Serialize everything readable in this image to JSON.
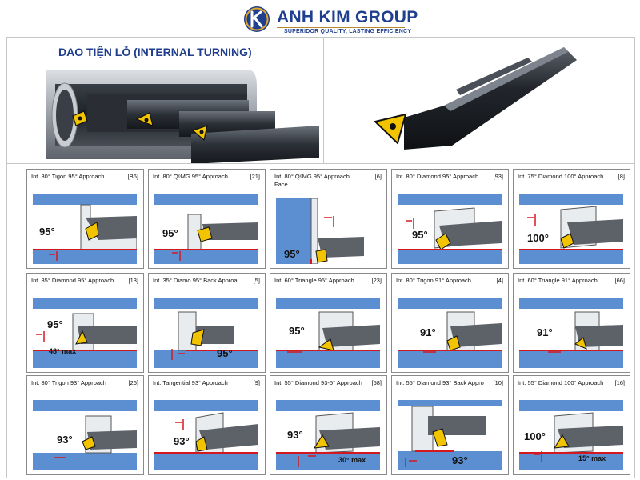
{
  "brand": {
    "name": "ANH KIM GROUP",
    "tagline": "SUPERIDOR QUALITY, LASTING EFFICIENCY"
  },
  "hero": {
    "title": "DAO TIỆN LỖ (INTERNAL TURNING)"
  },
  "colors": {
    "brand_blue": "#1f3f8f",
    "diagram_blue": "#5b8fd1",
    "cut_red": "#d4181f",
    "insert_yellow": "#f2c400"
  },
  "tools": [
    {
      "title": "Int. 80° Tigon 95° Approach",
      "code": "[B6]",
      "angle": "95°",
      "extra": ""
    },
    {
      "title": "Int. 80° QᵒMG 95° Approach",
      "code": "[21]",
      "angle": "95°",
      "extra": ""
    },
    {
      "title": "Int. 80° QᵒMG 95° Approach Face",
      "code": "[6]",
      "angle": "95°",
      "extra": ""
    },
    {
      "title": "Int. 80° Diamond 95° Approach",
      "code": "[93]",
      "angle": "95°",
      "extra": ""
    },
    {
      "title": "Int. 75° Diamond 100° Approach",
      "code": "[8]",
      "angle": "100°",
      "extra": ""
    },
    {
      "title": "Int. 35° Diamond 95° Approach",
      "code": "[13]",
      "angle": "95°",
      "extra": "48° max"
    },
    {
      "title": "Int. 35° Diamo 95° Back Approa",
      "code": "[5]",
      "angle": "95°",
      "extra": ""
    },
    {
      "title": "Int. 60° Triangle 95° Approach",
      "code": "[23]",
      "angle": "95°",
      "extra": ""
    },
    {
      "title": "Int. 80° Trigon 91° Approach",
      "code": "[4]",
      "angle": "91°",
      "extra": ""
    },
    {
      "title": "Int. 60° Triangle 91° Approach",
      "code": "[66]",
      "angle": "91°",
      "extra": ""
    },
    {
      "title": "Int. 80° Trigon 93° Approach",
      "code": "[26]",
      "angle": "93°",
      "extra": ""
    },
    {
      "title": "Int. Tangential 93° Approach",
      "code": "[9]",
      "angle": "93°",
      "extra": ""
    },
    {
      "title": "Int. 55° Diamond 93-5° Approach",
      "code": "[58]",
      "angle": "93°",
      "extra": "30° max"
    },
    {
      "title": "Int. 55° Diamond 93° Back Appro",
      "code": "[10]",
      "angle": "93°",
      "extra": ""
    },
    {
      "title": "Int. 55° Diamond 100° Approach",
      "code": "[16]",
      "angle": "100°",
      "extra": "15° max"
    }
  ]
}
